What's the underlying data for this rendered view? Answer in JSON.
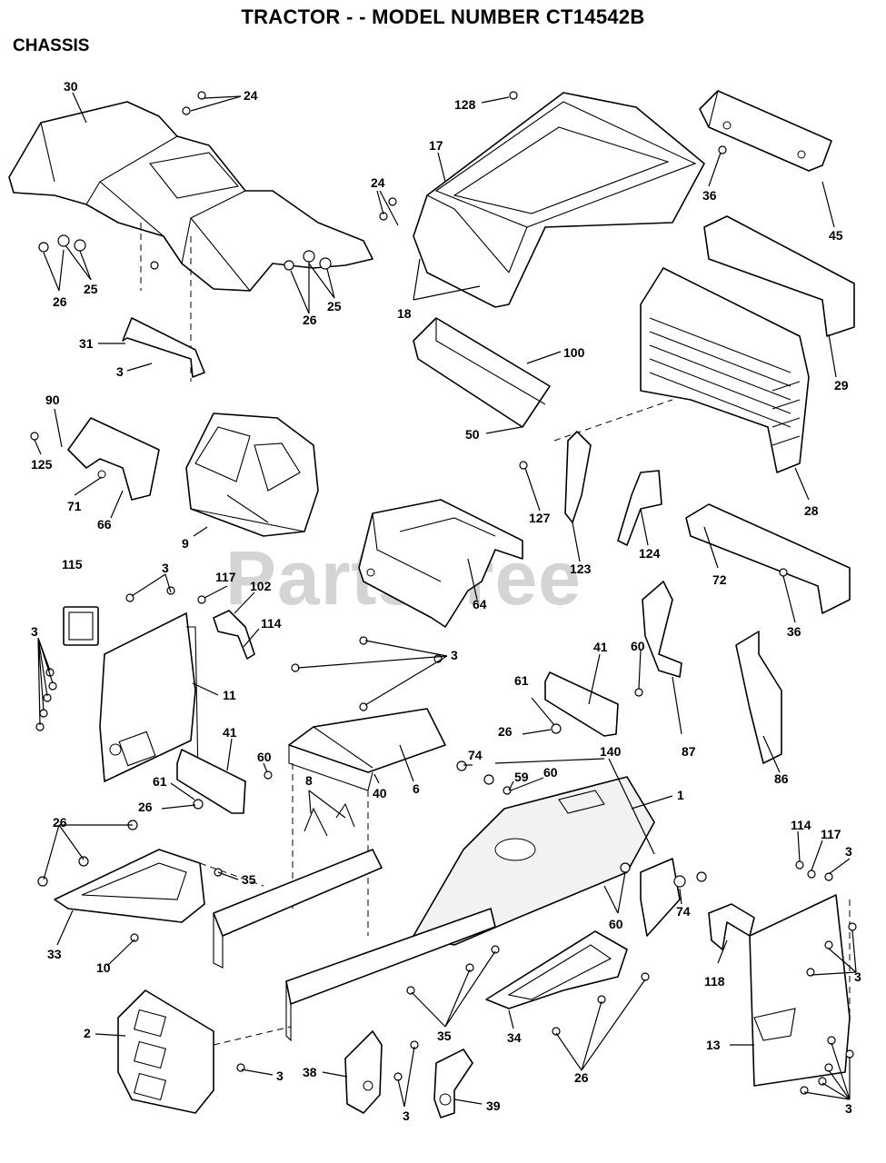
{
  "header": {
    "title": "TRACTOR - - MODEL NUMBER CT14542B",
    "section": "CHASSIS"
  },
  "watermark": "PartsTree",
  "callouts": [
    {
      "id": "c30",
      "label": "30"
    },
    {
      "id": "c24a",
      "label": "24"
    },
    {
      "id": "c128",
      "label": "128"
    },
    {
      "id": "c17",
      "label": "17"
    },
    {
      "id": "c36a",
      "label": "36"
    },
    {
      "id": "c45",
      "label": "45"
    },
    {
      "id": "c24b",
      "label": "24"
    },
    {
      "id": "c26a",
      "label": "26"
    },
    {
      "id": "c25a",
      "label": "25"
    },
    {
      "id": "c26b",
      "label": "26"
    },
    {
      "id": "c25b",
      "label": "25"
    },
    {
      "id": "c18",
      "label": "18"
    },
    {
      "id": "c31",
      "label": "31"
    },
    {
      "id": "c3a",
      "label": "3"
    },
    {
      "id": "c100",
      "label": "100"
    },
    {
      "id": "c29",
      "label": "29"
    },
    {
      "id": "c90",
      "label": "90"
    },
    {
      "id": "c125",
      "label": "125"
    },
    {
      "id": "c71",
      "label": "71"
    },
    {
      "id": "c66",
      "label": "66"
    },
    {
      "id": "c9",
      "label": "9"
    },
    {
      "id": "c50",
      "label": "50"
    },
    {
      "id": "c127",
      "label": "127"
    },
    {
      "id": "c123",
      "label": "123"
    },
    {
      "id": "c124",
      "label": "124"
    },
    {
      "id": "c28",
      "label": "28"
    },
    {
      "id": "c72",
      "label": "72"
    },
    {
      "id": "c36b",
      "label": "36"
    },
    {
      "id": "c64",
      "label": "64"
    },
    {
      "id": "c115",
      "label": "115"
    },
    {
      "id": "c3b",
      "label": "3"
    },
    {
      "id": "c117a",
      "label": "117"
    },
    {
      "id": "c102",
      "label": "102"
    },
    {
      "id": "c114a",
      "label": "114"
    },
    {
      "id": "c3c",
      "label": "3"
    },
    {
      "id": "c11",
      "label": "11"
    },
    {
      "id": "c3d",
      "label": "3"
    },
    {
      "id": "c41a",
      "label": "41"
    },
    {
      "id": "c60a",
      "label": "60"
    },
    {
      "id": "c61a",
      "label": "61"
    },
    {
      "id": "c26c",
      "label": "26"
    },
    {
      "id": "c87",
      "label": "87"
    },
    {
      "id": "c86",
      "label": "86"
    },
    {
      "id": "c41b",
      "label": "41"
    },
    {
      "id": "c60b",
      "label": "60"
    },
    {
      "id": "c61b",
      "label": "61"
    },
    {
      "id": "c26d",
      "label": "26"
    },
    {
      "id": "c40",
      "label": "40"
    },
    {
      "id": "c6",
      "label": "6"
    },
    {
      "id": "c74a",
      "label": "74"
    },
    {
      "id": "c140",
      "label": "140"
    },
    {
      "id": "c59",
      "label": "59"
    },
    {
      "id": "c60c",
      "label": "60"
    },
    {
      "id": "c1",
      "label": "1"
    },
    {
      "id": "c8",
      "label": "8"
    },
    {
      "id": "c26e",
      "label": "26"
    },
    {
      "id": "c35a",
      "label": "35"
    },
    {
      "id": "c33",
      "label": "33"
    },
    {
      "id": "c10",
      "label": "10"
    },
    {
      "id": "c114b",
      "label": "114"
    },
    {
      "id": "c117b",
      "label": "117"
    },
    {
      "id": "c3e",
      "label": "3"
    },
    {
      "id": "c74b",
      "label": "74"
    },
    {
      "id": "c60d",
      "label": "60"
    },
    {
      "id": "c118",
      "label": "118"
    },
    {
      "id": "c3f",
      "label": "3"
    },
    {
      "id": "c2",
      "label": "2"
    },
    {
      "id": "c3g",
      "label": "3"
    },
    {
      "id": "c35b",
      "label": "35"
    },
    {
      "id": "c34",
      "label": "34"
    },
    {
      "id": "c26f",
      "label": "26"
    },
    {
      "id": "c13",
      "label": "13"
    },
    {
      "id": "c38",
      "label": "38"
    },
    {
      "id": "c3h",
      "label": "3"
    },
    {
      "id": "c39",
      "label": "39"
    },
    {
      "id": "c3i",
      "label": "3"
    }
  ]
}
